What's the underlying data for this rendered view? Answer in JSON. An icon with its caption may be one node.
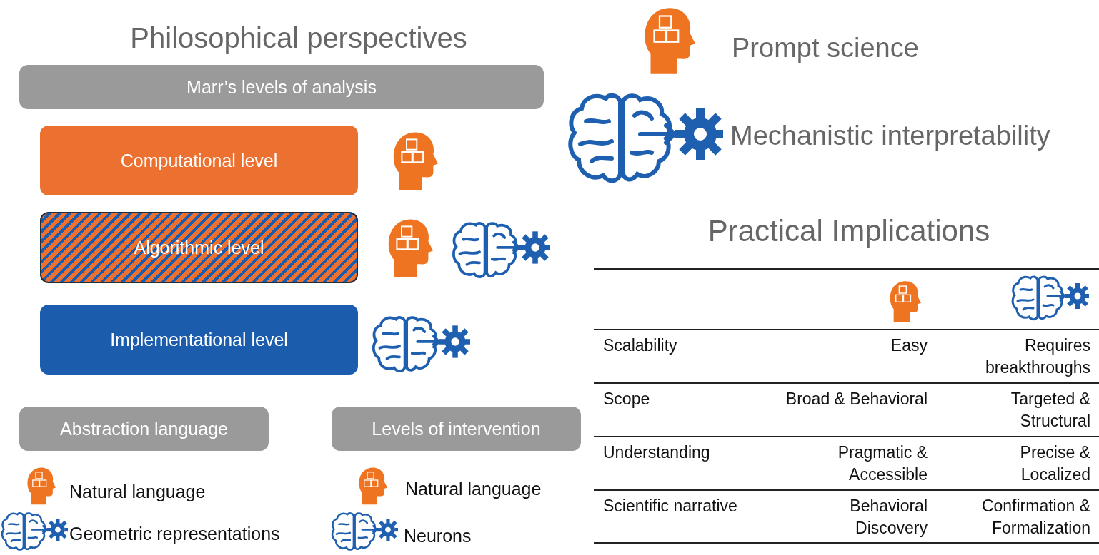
{
  "diagram": {
    "nodes": [
      {
        "text": [
          "Marr’s levels of analysis"
        ]
      },
      {
        "text": [
          "Computational level"
        ]
      },
      {
        "text": [
          "Algorithmic level"
        ]
      },
      {
        "text": [
          "Implementational level"
        ]
      },
      {
        "text": [
          "Abstraction language"
        ]
      },
      {
        "text": [
          "Levels of intervention"
        ]
      }
    ],
    "edges": [],
    "labels": [
      "Philosophical perspectives",
      "Natural language",
      "Geometric representations",
      "Natural language",
      "Neurons",
      "Practical Implications",
      "Scalability",
      "Easy",
      "Requires breakthroughs",
      "Scope",
      "Broad & Behavioral",
      "Targeted & Structural",
      "Understanding",
      "Pragmatic & Accessible",
      "Precise & Localized",
      "Scientific narrative",
      "Behavioral Discovery",
      "Confirmation & Formalization"
    ],
    "legend": [
      {
        "text": "Prompt science"
      },
      {
        "text": "Mechanistic interpretability"
      }
    ]
  }
}
